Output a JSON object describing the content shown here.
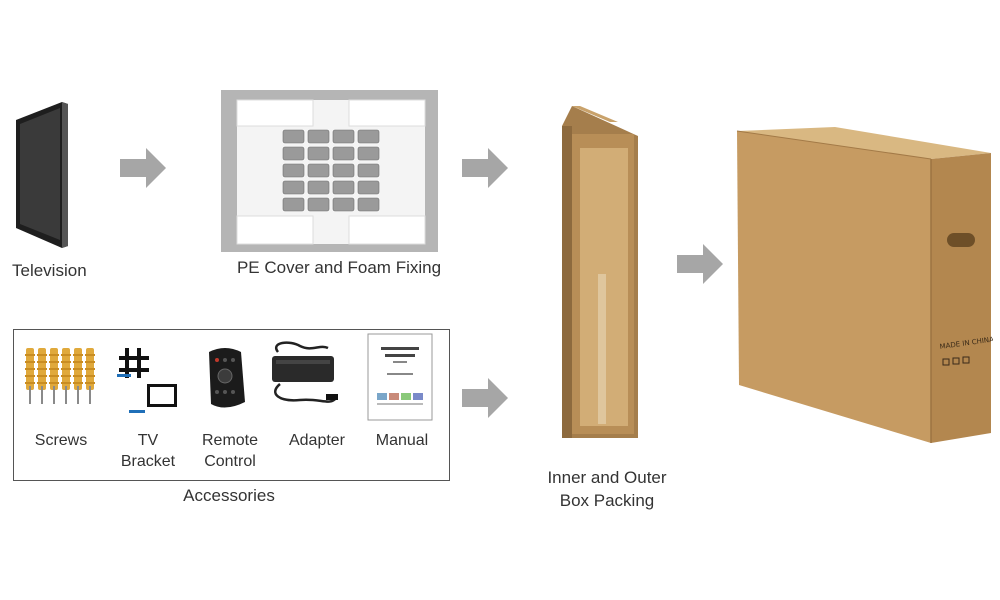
{
  "steps": {
    "television": "Television",
    "pe_cover": "PE Cover and Foam Fixing",
    "box_packing_line1": "Inner and Outer",
    "box_packing_line2": "Box Packing"
  },
  "accessories": {
    "title": "Accessories",
    "screws": "Screws",
    "bracket_line1": "TV",
    "bracket_line2": "Bracket",
    "remote_line1": "Remote",
    "remote_line2": "Control",
    "adapter": "Adapter",
    "manual": "Manual"
  },
  "box_print": "MADE IN CHINA",
  "colors": {
    "arrow": "#a6a6a6",
    "cardboard": "#c9a26b",
    "tv_body": "#2b2b2b"
  }
}
